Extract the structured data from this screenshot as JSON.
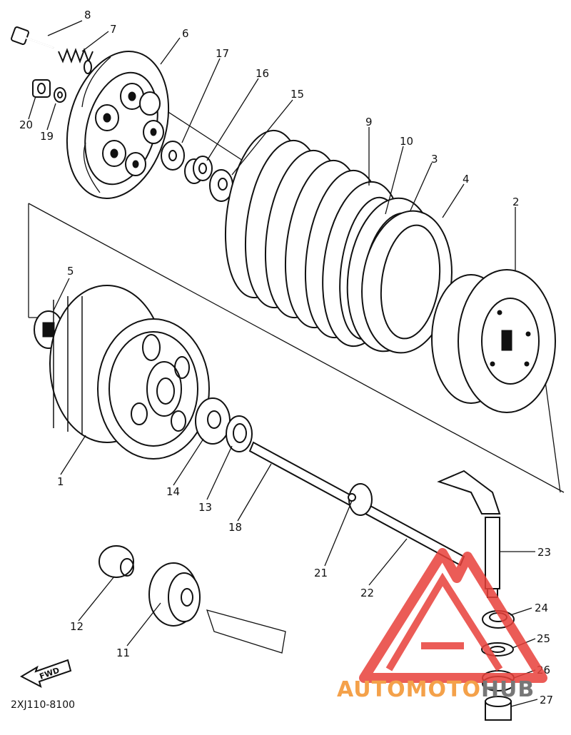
{
  "diagram": {
    "part_numbers": [
      "1",
      "2",
      "3",
      "4",
      "5",
      "6",
      "7",
      "8",
      "9",
      "10",
      "11",
      "12",
      "13",
      "14",
      "15",
      "16",
      "17",
      "18",
      "19",
      "20",
      "21",
      "22",
      "23",
      "24",
      "25",
      "26",
      "27"
    ],
    "fwd_label": "FWD",
    "drawing_code": "2XJ110-8100"
  },
  "watermark": {
    "brand_auto": "AUTOMOTO",
    "brand_hub": "HUB",
    "brand_color_auto": "#f4a14a",
    "brand_color_hub": "#777777",
    "logo_color": "#e8403a"
  }
}
